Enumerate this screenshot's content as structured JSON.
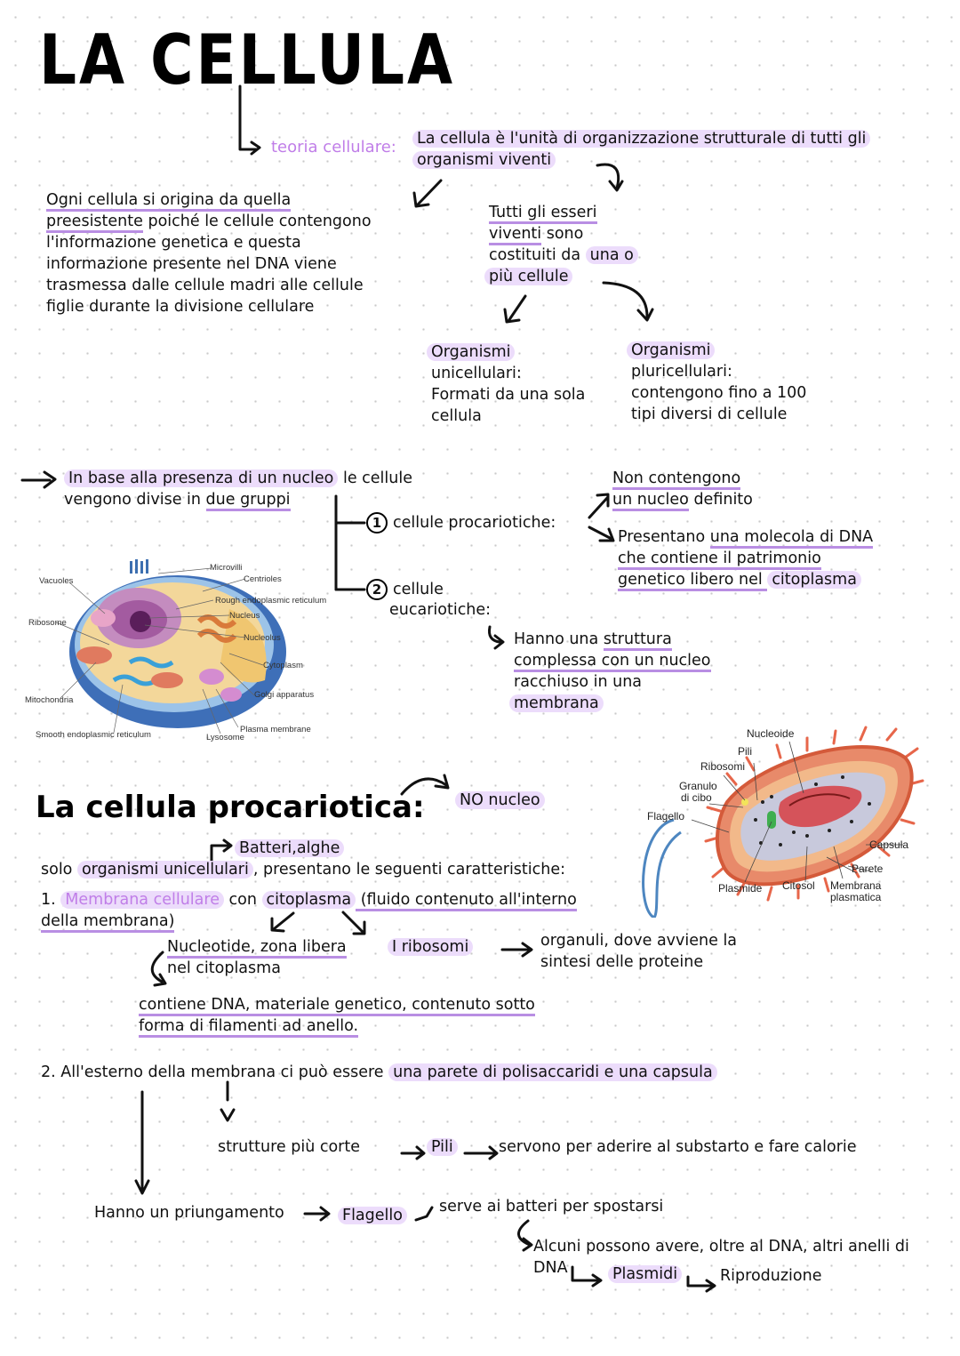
{
  "title": "LA CELLULA",
  "theory": {
    "label": "teoria cellulare:",
    "statement_1": "La cellula è l'unità di organizzazione strutturale di tutti gli",
    "statement_2": "organismi viventi"
  },
  "origin": {
    "l1a": "Ogni cellula si origina da quella",
    "l2a": "preesistente",
    "l2b": " poiché le cellule contengono",
    "l3": "l'informazione genetica e questa",
    "l4": "informazione presente nel DNA viene",
    "l5": "trasmessa dalle cellule madri alle cellule",
    "l6": "figlie durante la divisione cellulare"
  },
  "beings": {
    "l1": "Tutti gli esseri",
    "l2a": "viventi",
    "l2b": " sono",
    "l3a": "costituiti da ",
    "l3b": "una o",
    "l4": "più cellule"
  },
  "uni": {
    "l1": "Organismi",
    "l2": "unicellulari:",
    "l3": "Formati da una sola",
    "l4": "cellula"
  },
  "pluri": {
    "l1": "Organismi",
    "l2": "pluricellulari:",
    "l3": "contengono fino a 100",
    "l4": "tipi diversi di cellule"
  },
  "nucleus_intro": {
    "l1a": "In base alla presenza di un nucleo",
    "l1b": " le cellule",
    "l2a": "vengono divise in ",
    "l2b": "due gruppi"
  },
  "prok": {
    "num": "1",
    "label": "cellule procariotiche:",
    "no_nuc_1": "Non contengono",
    "no_nuc_2a": "un nucleo",
    "no_nuc_2b": " definito",
    "dna_1a": "Presentano ",
    "dna_1b": "una molecola di DNA",
    "dna_2": "che contiene il patrimonio",
    "dna_3a": "genetico libero nel ",
    "dna_3b": "citoplasma"
  },
  "euk": {
    "num": "2",
    "label_1": "cellule",
    "label_2": "eucariotiche:",
    "desc_1a": "Hanno una ",
    "desc_1b": "struttura",
    "desc_2": "complessa con un nucleo",
    "desc_3": "racchiuso in una",
    "desc_4": "membrana"
  },
  "euk_figure_labels": {
    "microvilli": "Microvilli",
    "centrioles": "Centrioles",
    "vacuoles": "Vacuoles",
    "rough_er": "Rough endoplasmic reticulum",
    "nucleus": "Nucleus",
    "ribosome": "Ribosome",
    "nucleolus": "Nucleolus",
    "cytoplasm": "Cytoplasm",
    "golgi": "Golgi apparatus",
    "mitochondria": "Mitochondria",
    "plasma_membrane": "Plasma membrane",
    "smooth_er": "Smooth endoplasmic reticulum",
    "lysosome": "Lysosome"
  },
  "prok_title": "La cellula procariotica:",
  "no_nucleo": "NO nucleo",
  "bacteria": "Batteri,alghe",
  "unicell_1": "solo ",
  "unicell_2": "organismi unicellulari",
  "unicell_3": ", presentano le seguenti caratteristiche:",
  "point1": {
    "num": "1.",
    "membrane": "Membrana cellulare",
    "con": " con ",
    "cytoplasm": "citoplasma",
    "def": " (fluido contenuto all'interno",
    "def2": "della membrana)",
    "nucleotide_1": "Nucleotide, zona libera",
    "nucleotide_2": "nel citoplasma",
    "ribosomi": "I ribosomi",
    "organuli_1": "organuli, dove avviene la",
    "organuli_2": "sintesi delle proteine",
    "dna_1": "contiene DNA, materiale genetico, contenuto sotto",
    "dna_2": "forma di filamenti ad anello."
  },
  "point2": {
    "a": "2. All'esterno della membrana ci può essere ",
    "b": "una parete di polisaccaridi e una capsula",
    "short": "strutture più corte",
    "pili": "Pili",
    "pili_desc": "servono per aderire al substarto e fare calorie",
    "prolong": "Hanno un priungamento",
    "flagello": "Flagello",
    "flagello_desc": "serve ai batteri per spostarsi",
    "rings_1": "Alcuni possono avere, oltre al DNA, altri anelli di",
    "rings_2": "DNA",
    "plasmidi": "Plasmidi",
    "riproduzione": "Riproduzione"
  },
  "prok_figure_labels": {
    "nucleoide": "Nucleoide",
    "pili": "Pili",
    "ribosomi": "Ribosomi",
    "granulo_1": "Granulo",
    "granulo_2": "di cibo",
    "flagello": "Flagello",
    "capsula": "Capsula",
    "parete": "Parete",
    "plasmide": "Plasmide",
    "citosol": "Citosol",
    "membrana_1": "Membrana",
    "membrana_2": "plasmatica"
  }
}
